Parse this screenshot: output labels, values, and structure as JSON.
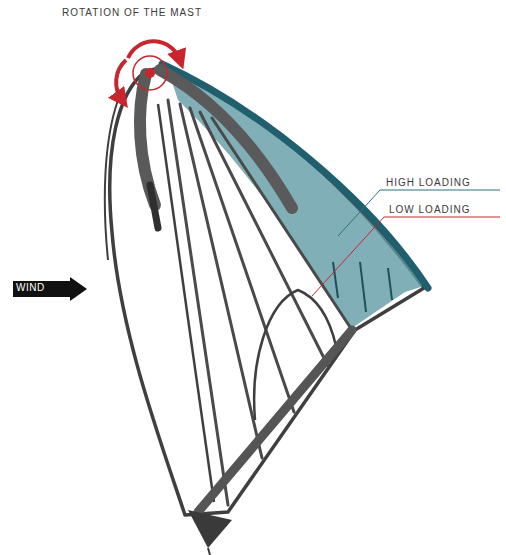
{
  "diagram": {
    "nodes": [
      {
        "text": [
          "WIND"
        ]
      }
    ],
    "labels": [
      "ROTATION OF THE MAST",
      "HIGH LOADING",
      "LOW LOADING"
    ]
  }
}
